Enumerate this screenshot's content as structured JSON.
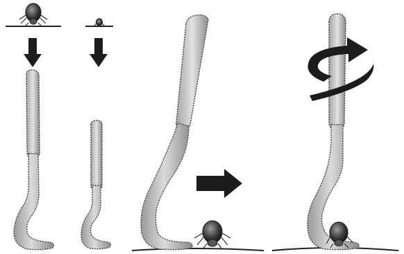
{
  "figure": {
    "panels": [
      {
        "id": "panel-1",
        "tick_size": "large",
        "action": "downward-arrow"
      },
      {
        "id": "panel-2",
        "tick_size": "small",
        "action": "downward-arrow"
      },
      {
        "id": "panel-3",
        "action": "slide-arrow-right"
      },
      {
        "id": "panel-4",
        "action": "rotate-arrow"
      }
    ],
    "colors": {
      "tool": "#c9c9c9",
      "tool_shadow": "#8e8e8e",
      "arrow": "#1c1c1c",
      "background": "#ffffff"
    }
  }
}
